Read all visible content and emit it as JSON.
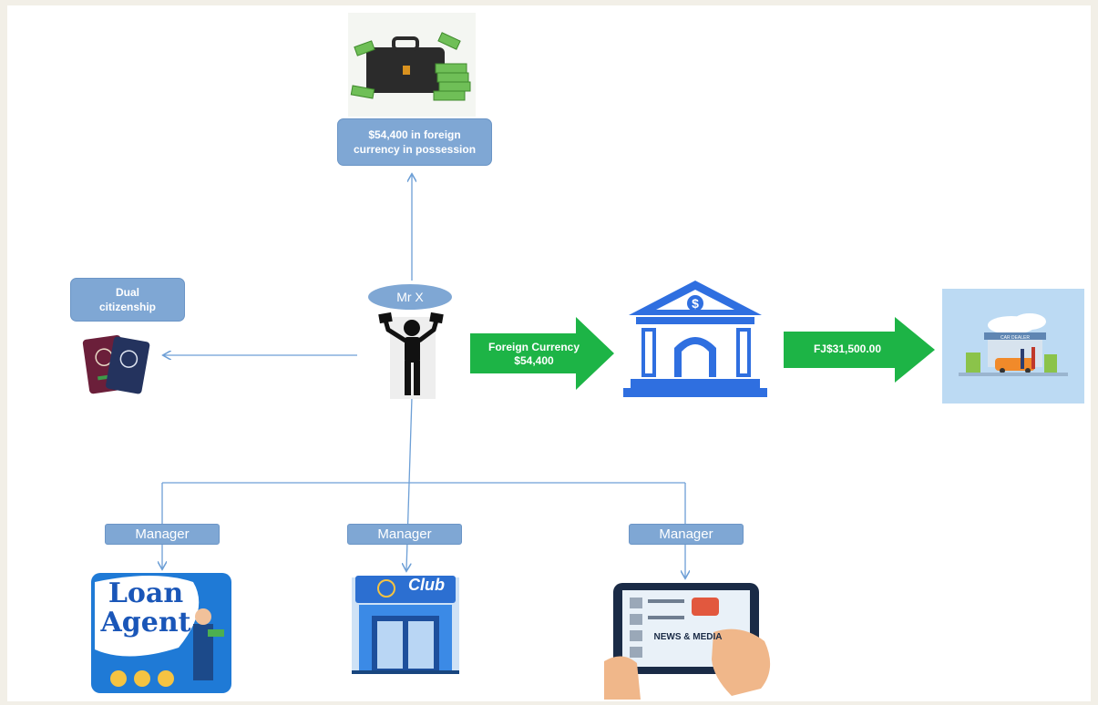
{
  "nodes": {
    "foreign_currency_box": "$54,400 in foreign currency in possession",
    "mr_x": "Mr X",
    "dual_citizenship": "Dual citizenship",
    "transfer_arrow": "Foreign Currency $54,400",
    "payment_arrow": "FJ$31,500.00"
  },
  "managers": [
    {
      "label": "Manager"
    },
    {
      "label": "Manager"
    },
    {
      "label": "Manager"
    }
  ],
  "images": {
    "loan_agent": "Loan Agent",
    "club": "Club",
    "news_media": "NEWS & MEDIA",
    "car_dealer": "CAR DEALER",
    "bank_symbol": "$"
  },
  "colors": {
    "box_fill": "#7fa7d4",
    "connector": "#6d9fd6",
    "flow_arrow": "#1db446",
    "bank_blue": "#2f6fe0"
  }
}
